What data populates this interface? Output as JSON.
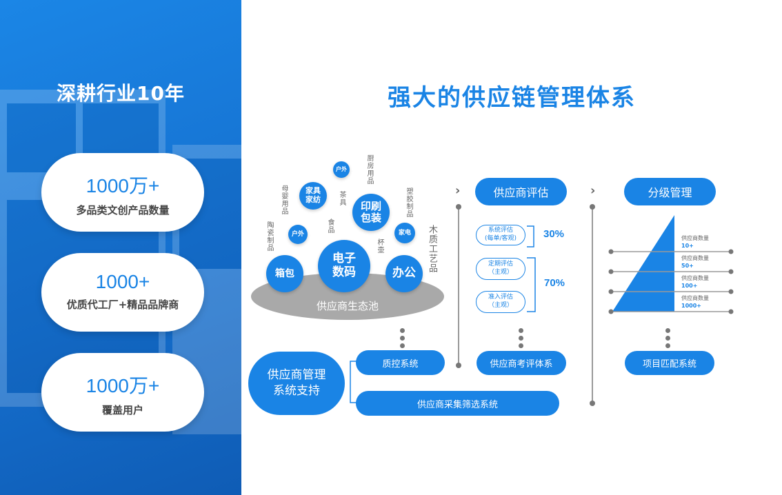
{
  "left": {
    "title": "深耕行业10年",
    "stats": [
      {
        "number": "1000万+",
        "label": "多品类文创产品数量"
      },
      {
        "number": "1000+",
        "label": "优质代工厂+精品品牌商"
      },
      {
        "number": "1000万+",
        "label": "覆盖用户"
      }
    ]
  },
  "main_title": "强大的供应链管理体系",
  "ecosystem": {
    "pool_label": "供应商生态池",
    "bubbles": {
      "outdoor_top": "户外",
      "furniture": "家具家纺",
      "printing": "印刷包装",
      "outdoor": "户外",
      "appliance": "家电",
      "electronics": "电子数码",
      "bags": "箱包",
      "office": "办公"
    },
    "tags": {
      "kitchen": "厨房用品",
      "maternal": "母婴用品",
      "tea": "茶具",
      "plastic": "塑胶制品",
      "food": "食品",
      "ceramic": "陶瓷制品",
      "cup": "杯壶",
      "wood": "木质工艺品"
    }
  },
  "evaluation": {
    "header": "供应商评估",
    "items": [
      {
        "line1": "系统评估",
        "line2": "(每单/客观)"
      },
      {
        "line1": "定期评估",
        "line2": "（主观）"
      },
      {
        "line1": "准入评估",
        "line2": "（主观）"
      }
    ],
    "pct_top": "30%",
    "pct_bottom": "70%",
    "system": "供应商考评体系"
  },
  "grading": {
    "header": "分级管理",
    "tiers": [
      {
        "label": "供应商数量",
        "value": "10+"
      },
      {
        "label": "供应商数量",
        "value": "50+"
      },
      {
        "label": "供应商数量",
        "value": "100+"
      },
      {
        "label": "供应商数量",
        "value": "1000+"
      }
    ],
    "system": "项目匹配系统"
  },
  "support": {
    "title_line1": "供应商管理",
    "title_line2": "系统支持",
    "qc": "质控系统",
    "collect": "供应商采集筛选系统"
  },
  "colors": {
    "accent": "#1a84e5",
    "left_panel": "#1570cf",
    "pool": "#a9a9a9"
  }
}
